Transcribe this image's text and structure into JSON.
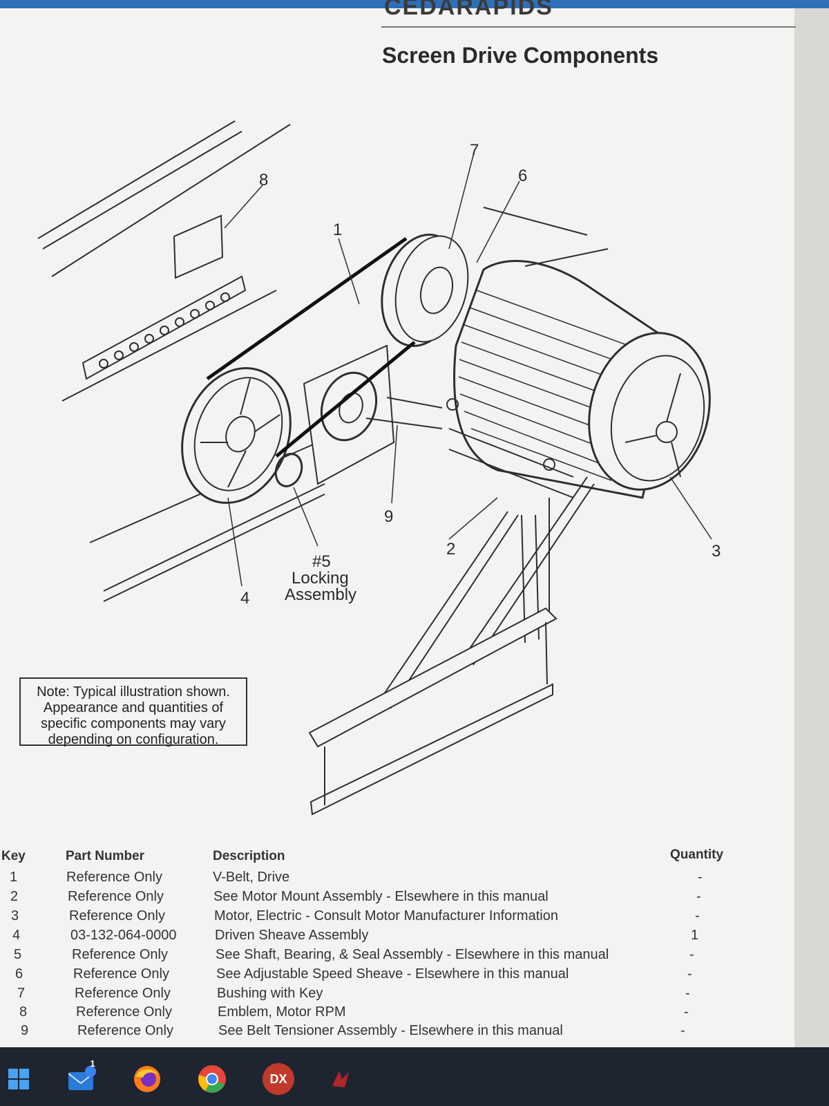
{
  "header": {
    "brand": "CEDARAPIDS",
    "title": "Screen Drive Components"
  },
  "diagram": {
    "callouts": {
      "c1": "1",
      "c2": "2",
      "c3": "3",
      "c4": "4",
      "c6": "6",
      "c7": "7",
      "c8": "8",
      "c9": "9",
      "c5_num": "#5",
      "c5_l1": "Locking",
      "c5_l2": "Assembly"
    }
  },
  "note": {
    "line1": "Note: Typical illustration shown.",
    "line2": "Appearance and quantities of",
    "line3": "specific components may vary",
    "line4": "depending on configuration."
  },
  "table": {
    "headers": {
      "key": "Key",
      "part": "Part Number",
      "desc": "Description",
      "qty": "Quantity"
    },
    "rows": [
      {
        "key": "1",
        "part": "Reference Only",
        "desc": "V-Belt, Drive",
        "qty": "-"
      },
      {
        "key": "2",
        "part": "Reference Only",
        "desc": "See Motor Mount Assembly - Elsewhere in this manual",
        "qty": "-"
      },
      {
        "key": "3",
        "part": "Reference Only",
        "desc": "Motor, Electric - Consult Motor Manufacturer Information",
        "qty": "-"
      },
      {
        "key": "4",
        "part": "03-132-064-0000",
        "desc": "Driven Sheave Assembly",
        "qty": "1"
      },
      {
        "key": "5",
        "part": "Reference Only",
        "desc": "See Shaft, Bearing, & Seal Assembly - Elsewhere in this manual",
        "qty": "-"
      },
      {
        "key": "6",
        "part": "Reference Only",
        "desc": "See Adjustable Speed Sheave - Elsewhere in this manual",
        "qty": "-"
      },
      {
        "key": "7",
        "part": "Reference Only",
        "desc": "Bushing with Key",
        "qty": "-"
      },
      {
        "key": "8",
        "part": "Reference Only",
        "desc": "Emblem, Motor RPM",
        "qty": "-"
      },
      {
        "key": "9",
        "part": "Reference Only",
        "desc": "See Belt Tensioner Assembly - Elsewhere in this manual",
        "qty": "-"
      }
    ]
  },
  "taskbar": {
    "icons": [
      "windows-start-icon",
      "mail-icon",
      "firefox-icon",
      "chrome-icon",
      "dx-app-icon",
      "red-app-icon"
    ],
    "dx_label": "DX",
    "mail_badge": "1"
  }
}
